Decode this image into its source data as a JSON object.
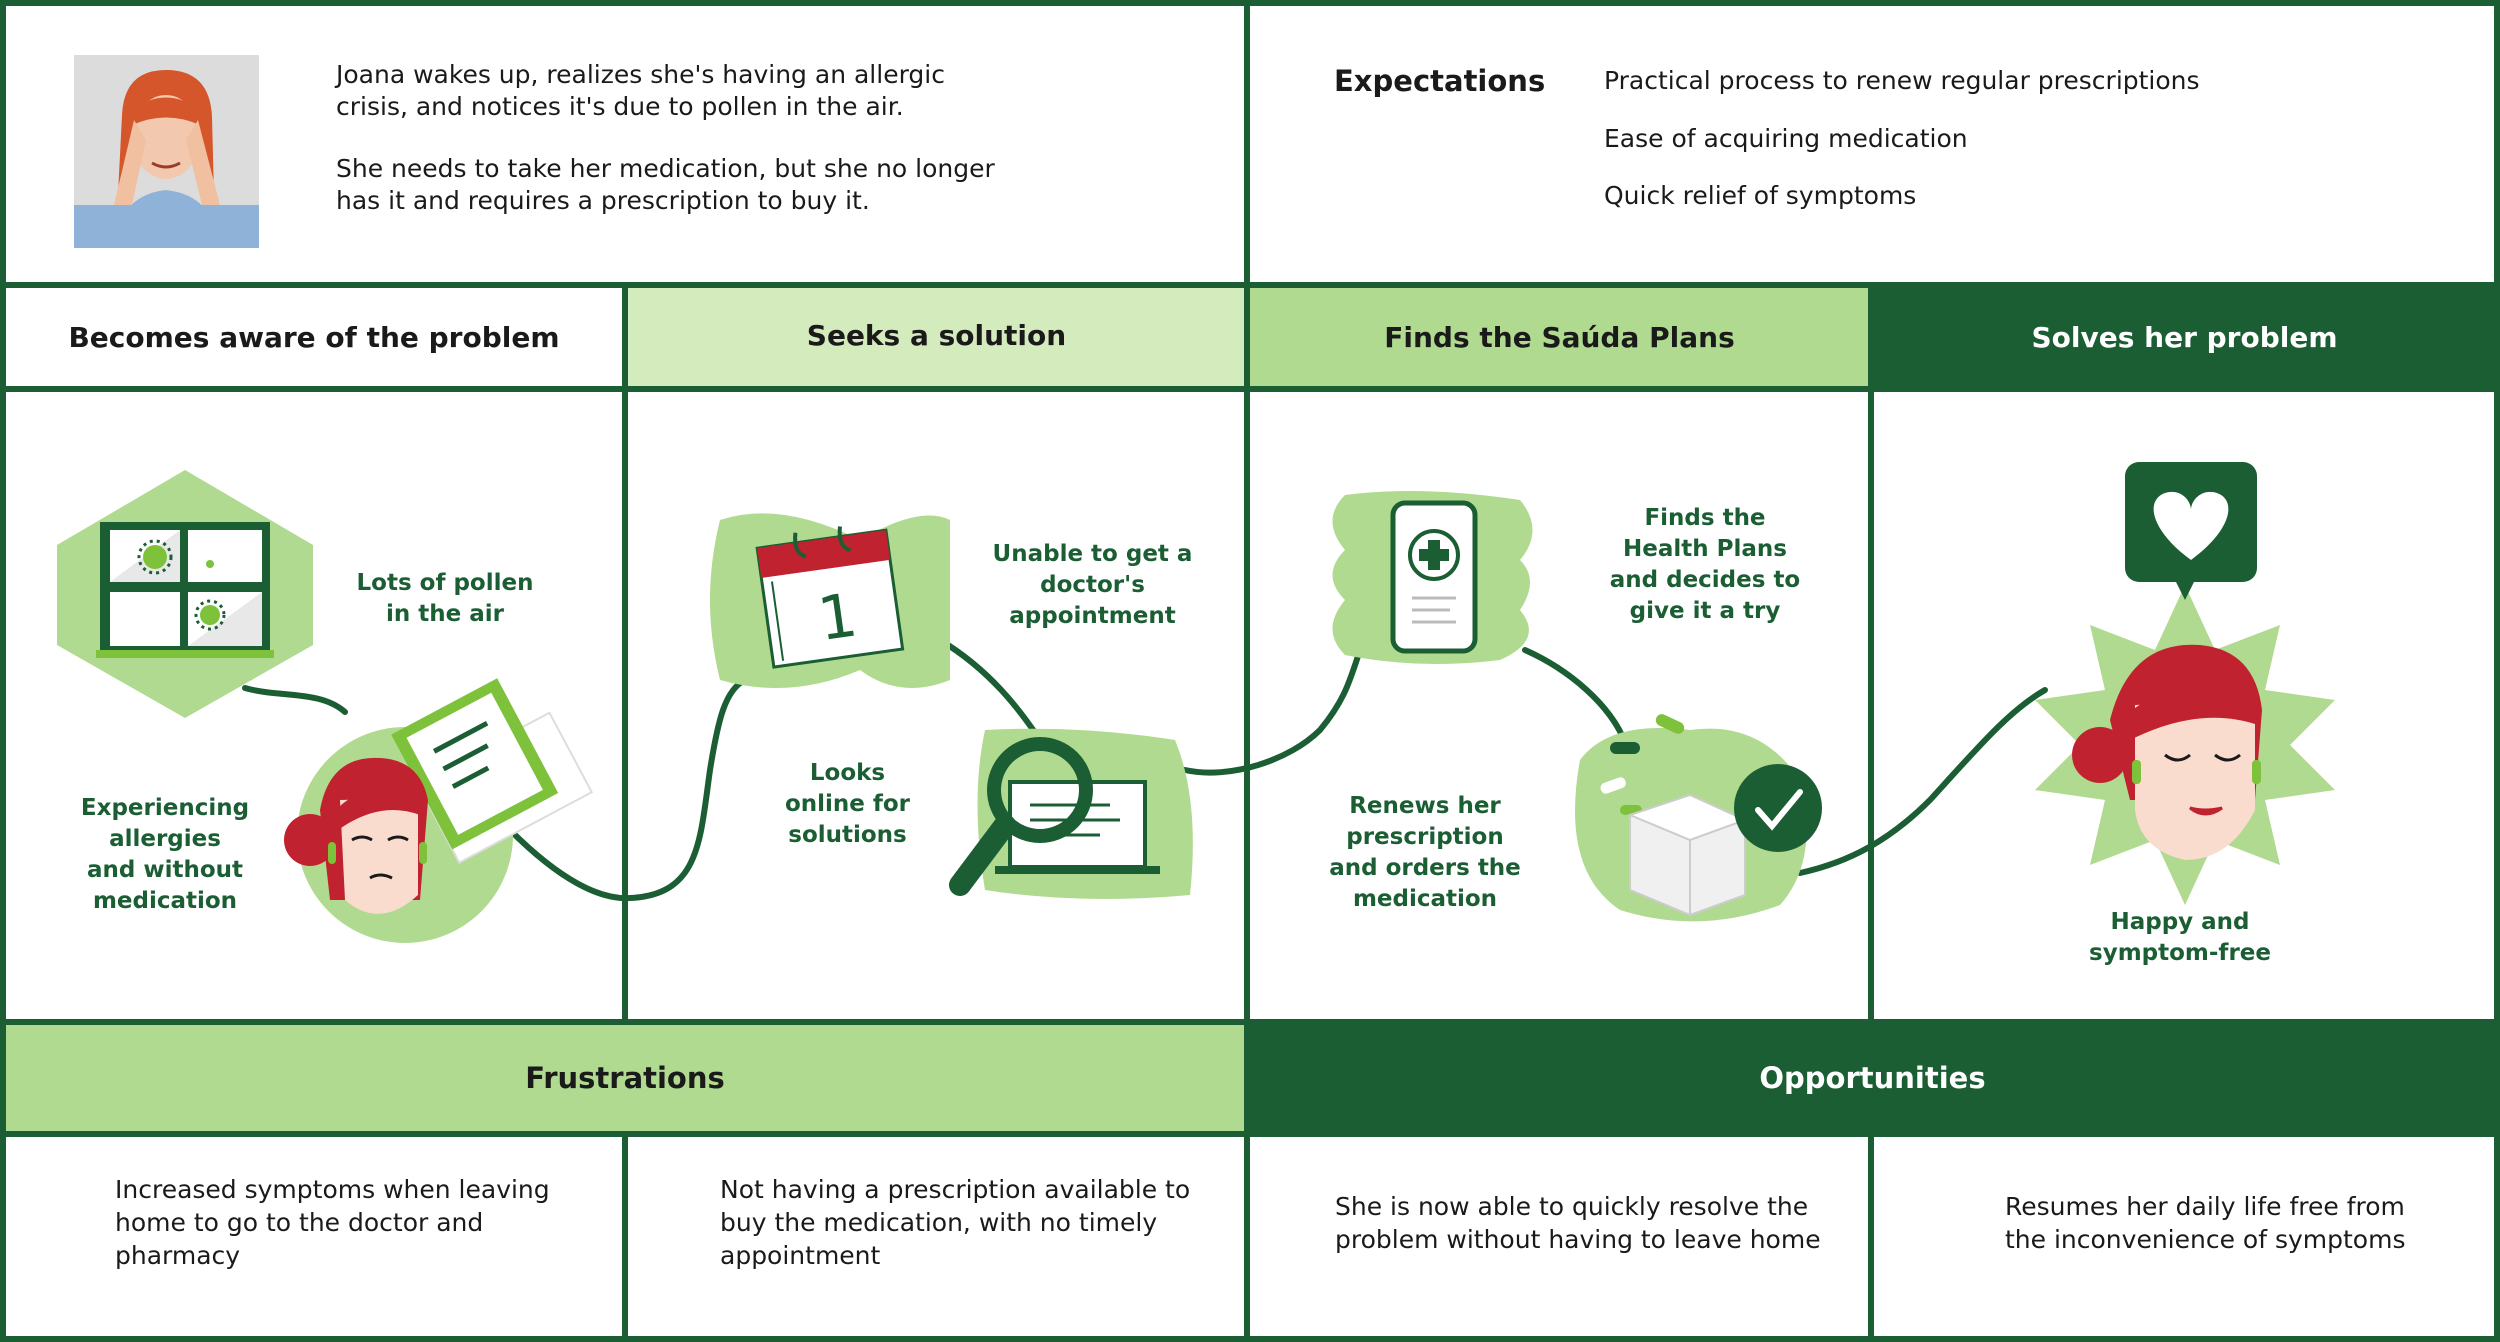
{
  "persona": {
    "paragraph1": "Joana wakes up, realizes she's having an allergic crisis, and notices it's due to pollen in the air.",
    "paragraph2": "She needs to take her medication, but she no longer has it and requires a prescription to buy it."
  },
  "expectations": {
    "title": "Expectations",
    "items": [
      "Practical process to renew regular prescriptions",
      "Ease of acquiring medication",
      "Quick relief of symptoms"
    ]
  },
  "phases": [
    {
      "label": "Becomes aware of the problem",
      "captions": [
        "Lots of pollen\nin the air",
        "Experiencing\nallergies\nand without\nmedication"
      ]
    },
    {
      "label": "Seeks a solution",
      "captions": [
        "Unable to get a\ndoctor's\nappointment",
        "Looks\nonline for\nsolutions"
      ]
    },
    {
      "label": "Finds the Saúda Plans",
      "captions": [
        "Finds the\nHealth Plans\nand decides to\ngive it a try",
        "Renews her\nprescription\nand orders the\nmedication"
      ]
    },
    {
      "label": "Solves her problem",
      "captions": [
        "Happy and\nsymptom-free"
      ]
    }
  ],
  "bands": {
    "frustrations": "Frustrations",
    "opportunities": "Opportunities"
  },
  "bottom": [
    "Increased symptoms when leaving home to go to the doctor and pharmacy",
    "Not having a prescription available to buy the medication, with no timely appointment",
    "She is now able to quickly resolve the problem without having to leave home",
    "Resumes her daily life free from the inconvenience of symptoms"
  ],
  "calendar_day": "1",
  "colors": {
    "dark_green": "#1b5e34",
    "mid_green": "#b0da90",
    "light_green": "#d4ebbd",
    "bright_green": "#7dc23a",
    "red": "#c0222f",
    "white": "#ffffff"
  }
}
